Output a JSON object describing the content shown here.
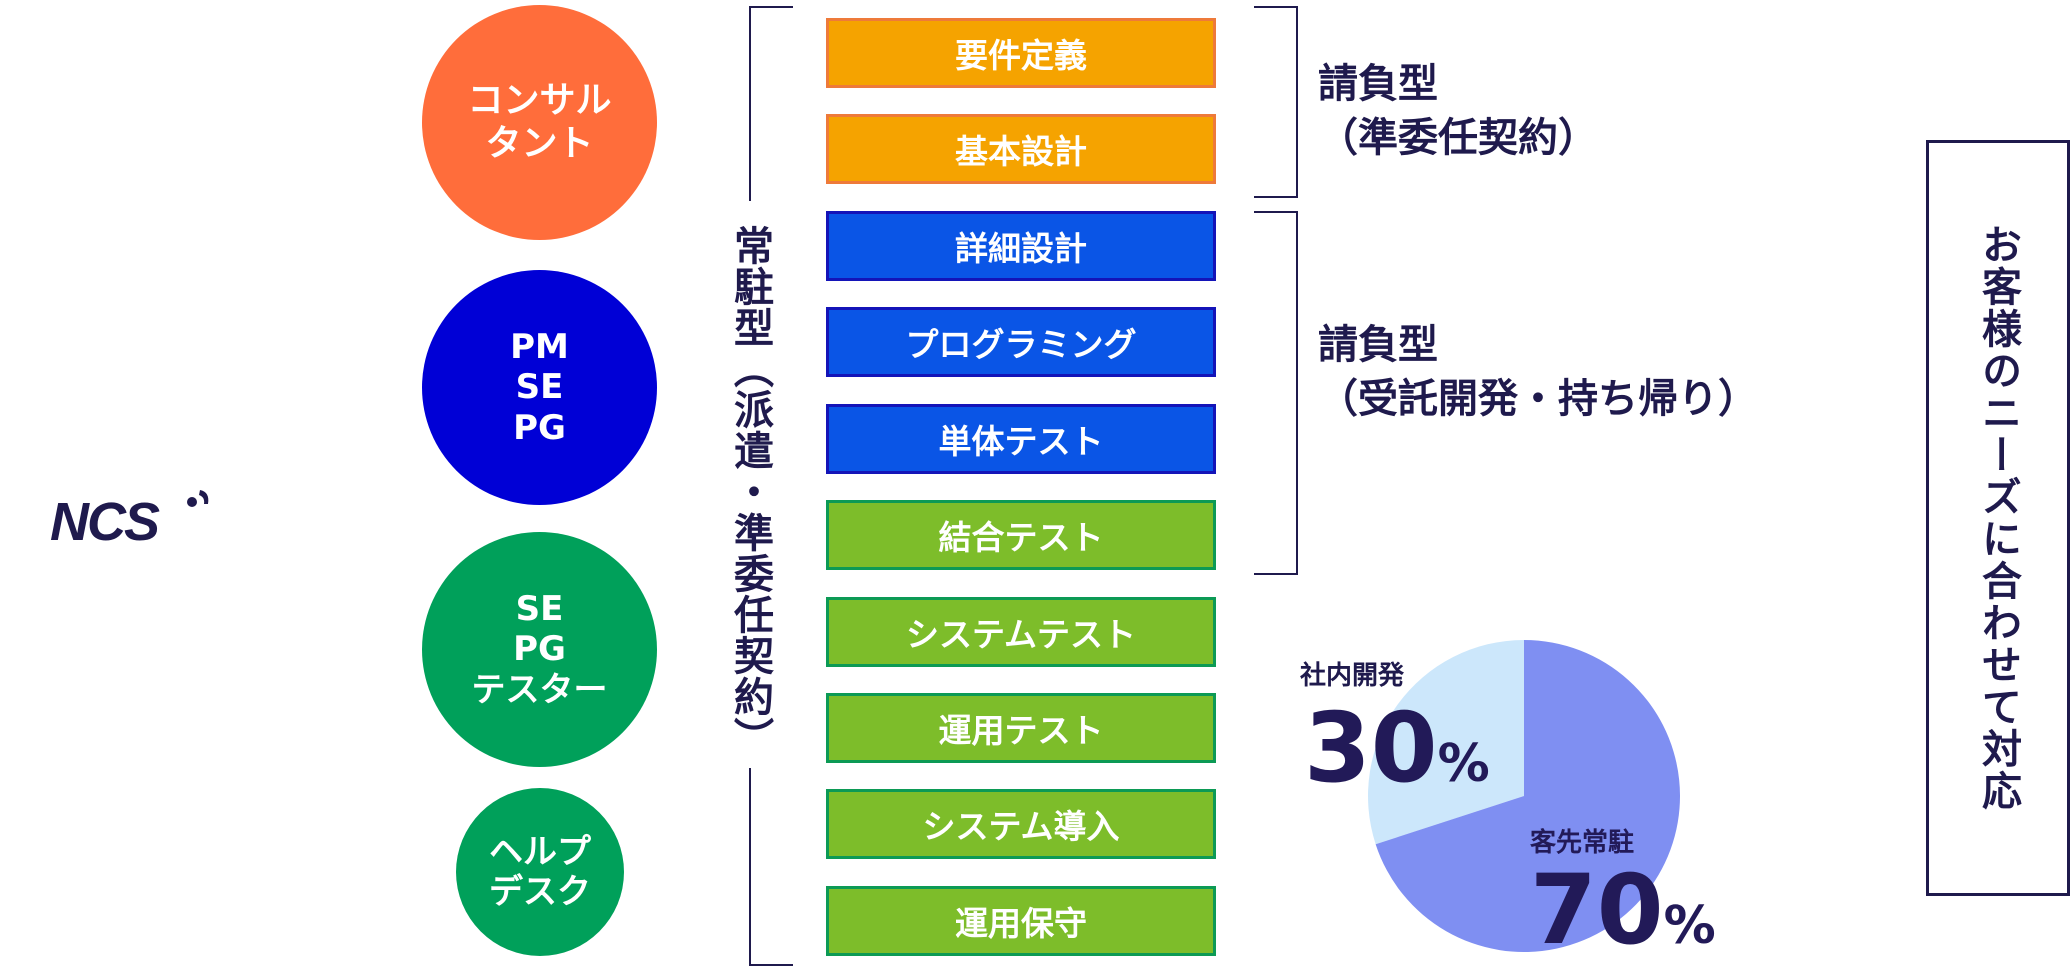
{
  "roles": [
    {
      "lines": [
        "コンサル",
        "タント"
      ],
      "color": "#ff6d3b"
    },
    {
      "lines": [
        "PM",
        "SE",
        "PG"
      ],
      "color": "#0000d6"
    },
    {
      "lines": [
        "SE",
        "PG",
        "テスター"
      ],
      "color": "#00a05a"
    },
    {
      "lines": [
        "ヘルプ",
        "デスク"
      ],
      "color": "#00a05a"
    }
  ],
  "resident_label": "常駐型（派遣・準委任契約）",
  "phases": [
    {
      "label": "要件定義",
      "color": "orange"
    },
    {
      "label": "基本設計",
      "color": "orange"
    },
    {
      "label": "詳細設計",
      "color": "blue"
    },
    {
      "label": "プログラミング",
      "color": "blue"
    },
    {
      "label": "単体テスト",
      "color": "blue"
    },
    {
      "label": "結合テスト",
      "color": "green"
    },
    {
      "label": "システムテスト",
      "color": "green"
    },
    {
      "label": "運用テスト",
      "color": "green"
    },
    {
      "label": "システム導入",
      "color": "green"
    },
    {
      "label": "運用保守",
      "color": "green"
    }
  ],
  "contracts": [
    {
      "line1": "請負型",
      "line2": "（準委任契約）"
    },
    {
      "line1": "請負型",
      "line2": "（受託開発・持ち帰り）"
    }
  ],
  "needs": "お客様のニーズに合わせて対応",
  "logo_text": "NCS",
  "pie": {
    "slices": [
      {
        "label": "社内開発",
        "value": 30,
        "color": "#cce7fb"
      },
      {
        "label": "客先常駐",
        "value": 70,
        "color": "#7f8ff2"
      }
    ],
    "percent_sign": "%"
  },
  "colors": {
    "ink": "#1f1a4d",
    "orange": "#f5a300",
    "blue": "#0a55e6",
    "green": "#7dbd2a"
  }
}
